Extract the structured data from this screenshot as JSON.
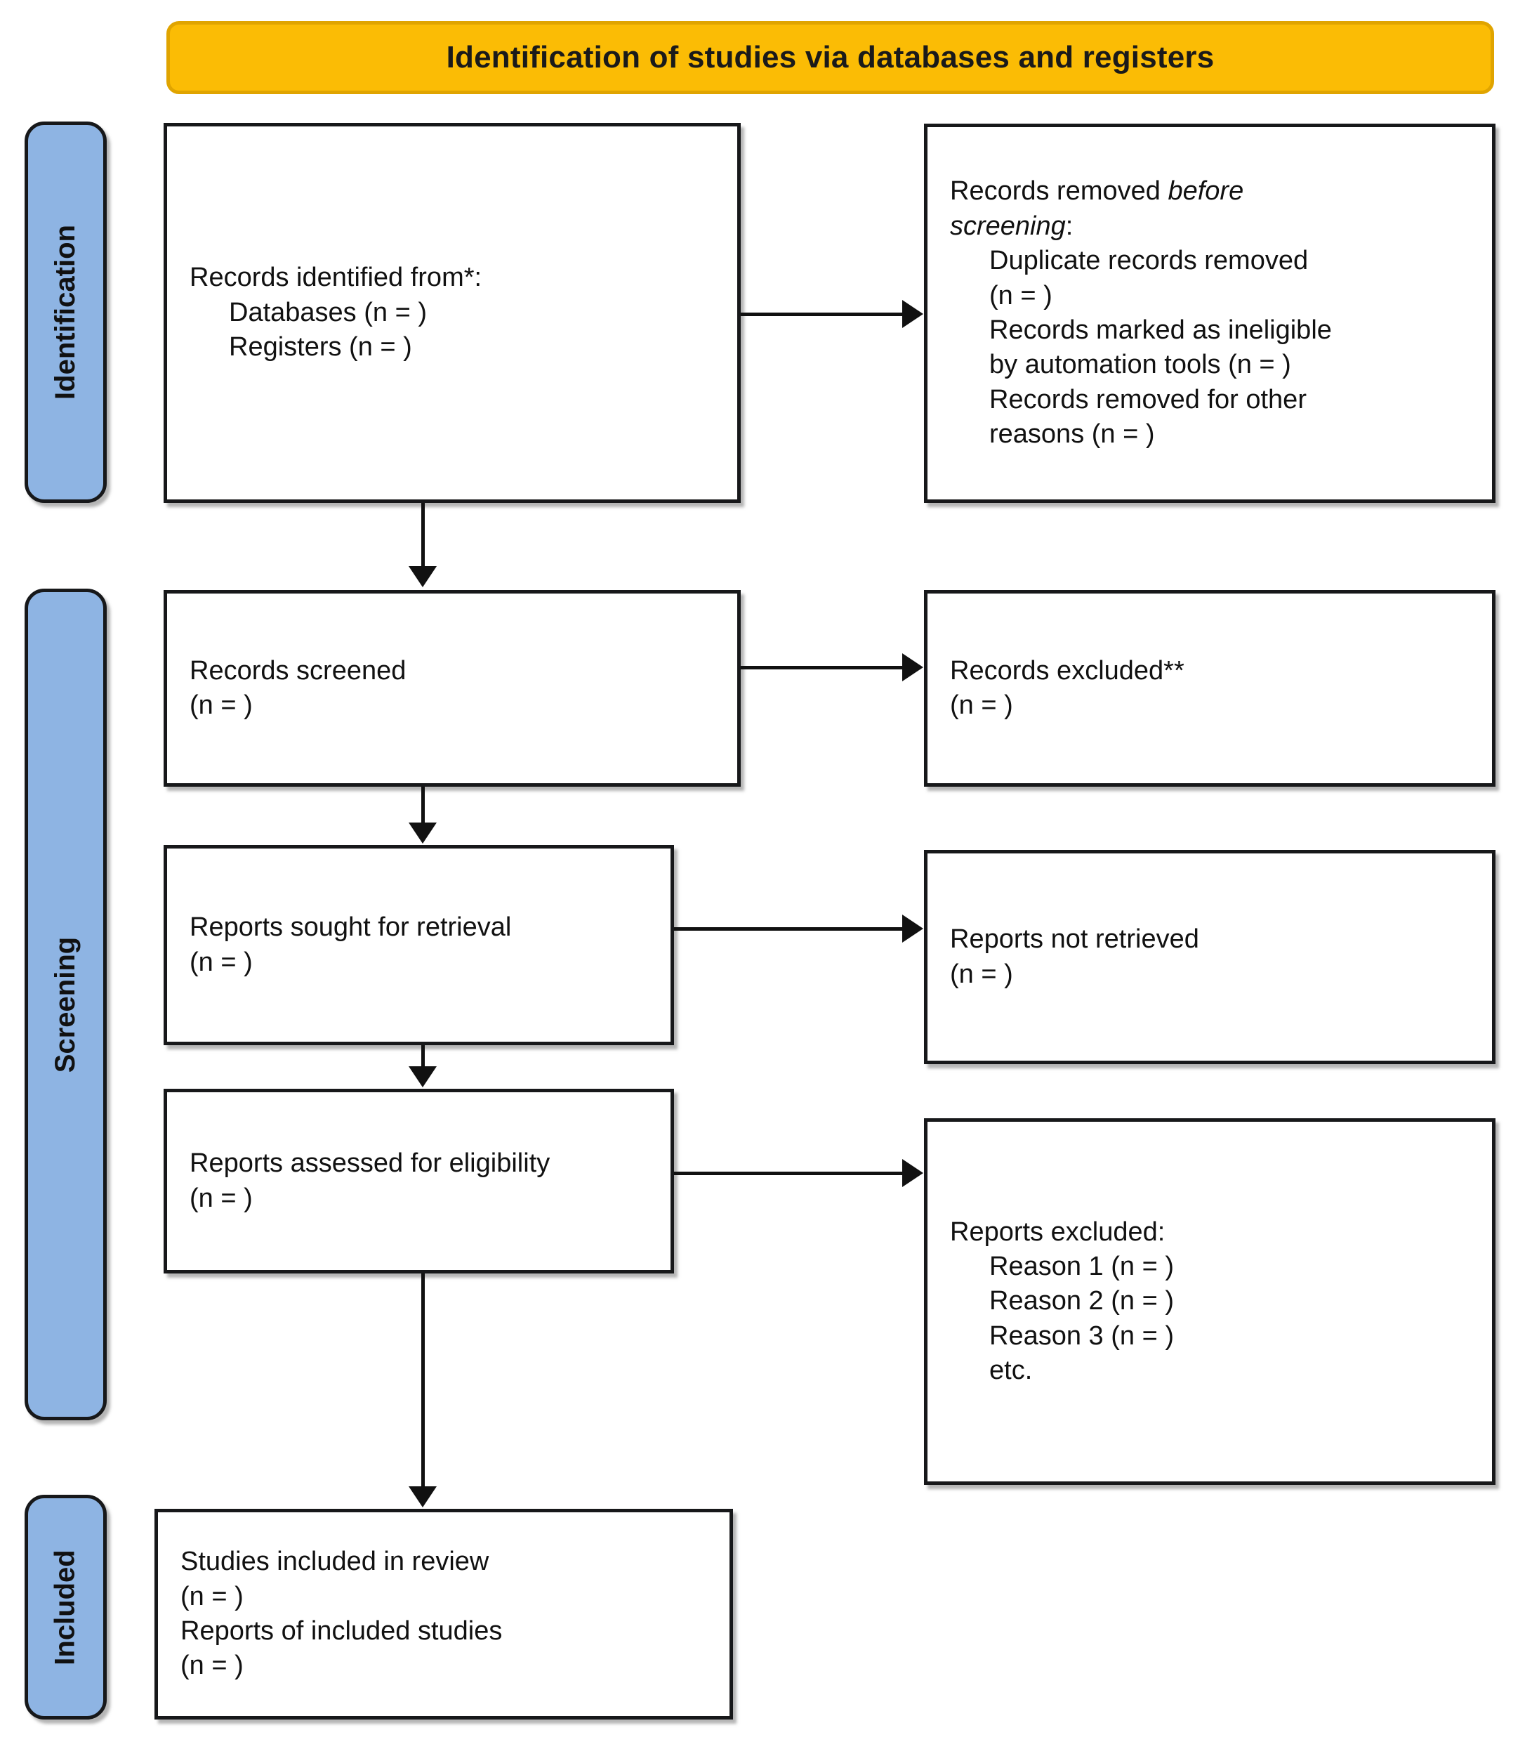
{
  "banner": {
    "title": "Identification of studies via databases and registers"
  },
  "stages": [
    {
      "id": "identification",
      "label": "Identification"
    },
    {
      "id": "screening",
      "label": "Screening"
    },
    {
      "id": "included",
      "label": "Included"
    }
  ],
  "boxes": {
    "records_identified": {
      "lines": [
        {
          "text": "Records identified from*:",
          "indent": false
        },
        {
          "text": "Databases (n = )",
          "indent": true
        },
        {
          "text": "Registers (n = )",
          "indent": true
        }
      ]
    },
    "records_removed": {
      "lines": [
        {
          "text": "Records removed ",
          "italic_tail": "before",
          "indent": false
        },
        {
          "text": "",
          "italic_head": "screening",
          "tail": ":",
          "indent": false
        },
        {
          "text": "Duplicate records removed",
          "indent": true
        },
        {
          "text": "(n = )",
          "indent": true
        },
        {
          "text": "Records marked as ineligible",
          "indent": true
        },
        {
          "text": "by automation tools (n = )",
          "indent": true
        },
        {
          "text": "Records removed for other",
          "indent": true
        },
        {
          "text": "reasons (n = )",
          "indent": true
        }
      ]
    },
    "records_screened": {
      "lines": [
        {
          "text": "Records screened",
          "indent": false
        },
        {
          "text": "(n = )",
          "indent": false
        }
      ]
    },
    "records_excluded": {
      "lines": [
        {
          "text": "Records excluded**",
          "indent": false
        },
        {
          "text": "(n = )",
          "indent": false
        }
      ]
    },
    "reports_sought": {
      "lines": [
        {
          "text": "Reports sought for retrieval",
          "indent": false
        },
        {
          "text": "(n = )",
          "indent": false
        }
      ]
    },
    "reports_not_retrieved": {
      "lines": [
        {
          "text": "Reports not retrieved",
          "indent": false
        },
        {
          "text": "(n = )",
          "indent": false
        }
      ]
    },
    "reports_assessed": {
      "lines": [
        {
          "text": "Reports assessed for eligibility",
          "indent": false
        },
        {
          "text": "(n = )",
          "indent": false
        }
      ]
    },
    "reports_excluded": {
      "lines": [
        {
          "text": "Reports excluded:",
          "indent": false
        },
        {
          "text": "Reason 1 (n = )",
          "indent": true
        },
        {
          "text": "Reason 2 (n = )",
          "indent": true
        },
        {
          "text": "Reason 3 (n = )",
          "indent": true
        },
        {
          "text": "etc.",
          "indent": true
        }
      ]
    },
    "studies_included": {
      "lines": [
        {
          "text": "Studies included in review",
          "indent": false
        },
        {
          "text": "(n = )",
          "indent": false
        },
        {
          "text": "Reports of included studies",
          "indent": false
        },
        {
          "text": "(n = )",
          "indent": false
        }
      ]
    }
  },
  "text": {
    "records_identified_0": "Records identified from*:",
    "records_identified_1": "Databases (n = )",
    "records_identified_2": "Registers (n = )",
    "records_removed_0a": "Records removed ",
    "records_removed_0b": "before",
    "records_removed_1a": "screening",
    "records_removed_1b": ":",
    "records_removed_2": "Duplicate records removed",
    "records_removed_3": "(n = )",
    "records_removed_4": "Records marked as ineligible",
    "records_removed_5": "by automation tools (n = )",
    "records_removed_6": "Records removed for other",
    "records_removed_7": "reasons (n = )",
    "records_screened_0": "Records screened",
    "records_screened_1": "(n = )",
    "records_excluded_0": "Records excluded**",
    "records_excluded_1": "(n = )",
    "reports_sought_0": "Reports sought for retrieval",
    "reports_sought_1": "(n = )",
    "reports_not_retrieved_0": "Reports not retrieved",
    "reports_not_retrieved_1": "(n = )",
    "reports_assessed_0": "Reports assessed for eligibility",
    "reports_assessed_1": "(n = )",
    "reports_excluded_0": "Reports excluded:",
    "reports_excluded_1": "Reason 1 (n = )",
    "reports_excluded_2": "Reason 2 (n = )",
    "reports_excluded_3": "Reason 3 (n = )",
    "reports_excluded_4": "etc.",
    "studies_included_0": "Studies included in review",
    "studies_included_1": "(n = )",
    "studies_included_2": "Reports of included studies",
    "studies_included_3": "(n = )"
  },
  "colors": {
    "banner_fill": "#FBBC05",
    "banner_border": "#E0A400",
    "stage_fill": "#8EB4E3",
    "box_border": "#17181A",
    "box_fill": "#FFFFFF",
    "connector": "#111111"
  }
}
